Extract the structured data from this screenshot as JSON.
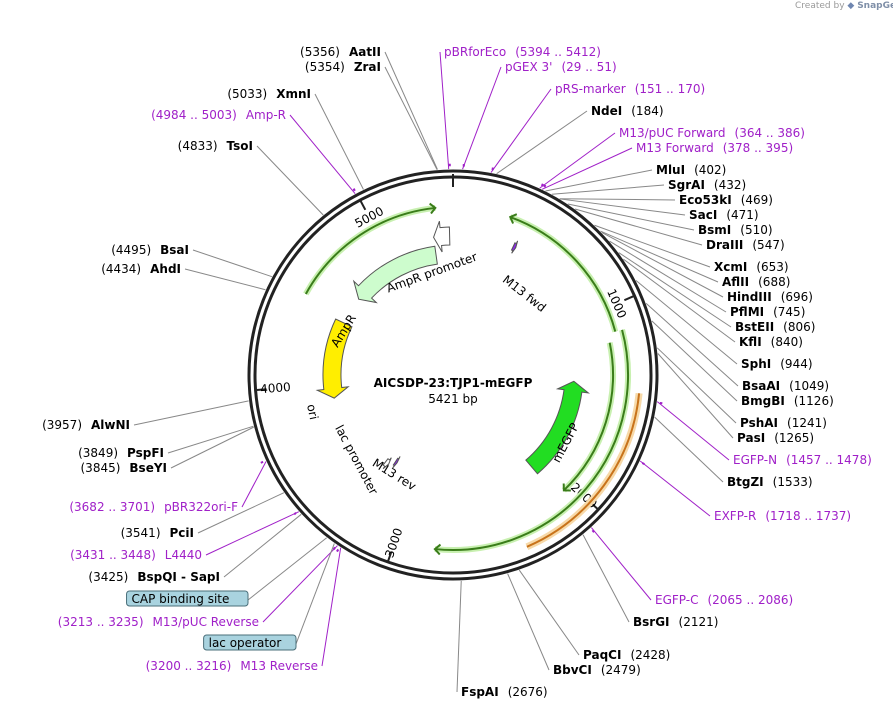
{
  "credit": {
    "text": "Created by",
    "brand": "SnapGene"
  },
  "plasmid": {
    "name": "AICSDP-23:TJP1-mEGFP",
    "length_label": "5421 bp",
    "length": 5421
  },
  "ticks": [
    {
      "text": "1000",
      "pos": 1000
    },
    {
      "text": "2000",
      "pos": 2000
    },
    {
      "text": "3000",
      "pos": 3000
    },
    {
      "text": "4000",
      "pos": 4000
    },
    {
      "text": "5000",
      "pos": 5000
    }
  ],
  "features": [
    {
      "name": "M13 fwd",
      "show_label": true,
      "start": 378,
      "end": 395,
      "dir": 1,
      "color": "#8a2be2"
    },
    {
      "name": "mEGFP",
      "show_label": true,
      "start": 1400,
      "end": 2100,
      "dir": -1,
      "color": "#22dd22"
    },
    {
      "name": "M13 rev",
      "show_label": true,
      "start": 3200,
      "end": 3216,
      "dir": -1,
      "color": "#8a2be2"
    },
    {
      "name": "lac promoter",
      "show_label": true,
      "start": 3250,
      "end": 3280,
      "dir": -1,
      "color": "#ffffff"
    },
    {
      "name": "ori",
      "show_label": true,
      "start": 3900,
      "end": 4450,
      "dir": -1,
      "color": "#ffee00"
    },
    {
      "name": "AmpR",
      "show_label": true,
      "start": 4650,
      "end": 5300,
      "dir": -1,
      "color": "#cdfccd"
    },
    {
      "name": "AmpR promoter",
      "show_label": true,
      "start": 5300,
      "end": 5400,
      "dir": -1,
      "color": "#ffffff"
    }
  ],
  "labels": [
    {
      "kind": "enzyme",
      "name": "AatII",
      "pos_text": "(5356)",
      "site": 5356,
      "pos_first": true
    },
    {
      "kind": "enzyme",
      "name": "ZraI",
      "pos_text": "(5354)",
      "site": 5354,
      "pos_first": true
    },
    {
      "kind": "enzyme",
      "name": "XmnI",
      "pos_text": "(5033)",
      "site": 5033,
      "pos_first": true
    },
    {
      "kind": "primer",
      "name": "Amp-R",
      "pos_text": "(4984 .. 5003)",
      "site": 4994,
      "pos_first": true
    },
    {
      "kind": "enzyme",
      "name": "TsoI",
      "pos_text": "(4833)",
      "site": 4833,
      "pos_first": true
    },
    {
      "kind": "enzyme",
      "name": "BsaI",
      "pos_text": "(4495)",
      "site": 4495,
      "pos_first": true
    },
    {
      "kind": "enzyme",
      "name": "AhdI",
      "pos_text": "(4434)",
      "site": 4434,
      "pos_first": true
    },
    {
      "kind": "enzyme",
      "name": "AlwNI",
      "pos_text": "(3957)",
      "site": 3957,
      "pos_first": true
    },
    {
      "kind": "enzyme",
      "name": "PspFI",
      "pos_text": "(3849)",
      "site": 3849,
      "pos_first": true
    },
    {
      "kind": "enzyme",
      "name": "BseYI",
      "pos_text": "(3845)",
      "site": 3845,
      "pos_first": true
    },
    {
      "kind": "primer",
      "name": "pBR322ori-F",
      "pos_text": "(3682 .. 3701)",
      "site": 3692,
      "pos_first": true
    },
    {
      "kind": "enzyme",
      "name": "PciI",
      "pos_text": "(3541)",
      "site": 3541,
      "pos_first": true
    },
    {
      "kind": "primer",
      "name": "L4440",
      "pos_text": "(3431 .. 3448)",
      "site": 3440,
      "pos_first": true
    },
    {
      "kind": "enzyme",
      "name": "BspQI  -  SapI",
      "pos_text": "(3425)",
      "site": 3425,
      "pos_first": true
    },
    {
      "kind": "box",
      "name": "CAP binding site",
      "pos_text": "",
      "site": 3280,
      "pos_first": true
    },
    {
      "kind": "primer",
      "name": "M13/pUC Reverse",
      "pos_text": "(3213 .. 3235)",
      "site": 3224,
      "pos_first": true
    },
    {
      "kind": "box",
      "name": "lac operator",
      "pos_text": "",
      "site": 3240,
      "pos_first": true
    },
    {
      "kind": "primer",
      "name": "M13 Reverse",
      "pos_text": "(3200 .. 3216)",
      "site": 3208,
      "pos_first": true
    },
    {
      "kind": "primer",
      "name": "pBRforEco",
      "pos_text": "(5394 .. 5412)",
      "site": 5403,
      "pos_first": false
    },
    {
      "kind": "primer",
      "name": "pGEX 3'",
      "pos_text": "(29 .. 51)",
      "site": 40,
      "pos_first": false
    },
    {
      "kind": "primer",
      "name": "pRS-marker",
      "pos_text": "(151 .. 170)",
      "site": 160,
      "pos_first": false
    },
    {
      "kind": "enzyme",
      "name": "NdeI",
      "pos_text": "(184)",
      "site": 184,
      "pos_first": false
    },
    {
      "kind": "primer",
      "name": "M13/pUC Forward",
      "pos_text": "(364 .. 386)",
      "site": 375,
      "pos_first": false
    },
    {
      "kind": "primer",
      "name": "M13 Forward",
      "pos_text": "(378 .. 395)",
      "site": 386,
      "pos_first": false
    },
    {
      "kind": "enzyme",
      "name": "MluI",
      "pos_text": "(402)",
      "site": 402,
      "pos_first": false
    },
    {
      "kind": "enzyme",
      "name": "SgrAI",
      "pos_text": "(432)",
      "site": 432,
      "pos_first": false
    },
    {
      "kind": "enzyme",
      "name": "Eco53kI",
      "pos_text": "(469)",
      "site": 469,
      "pos_first": false
    },
    {
      "kind": "enzyme",
      "name": "SacI",
      "pos_text": "(471)",
      "site": 471,
      "pos_first": false
    },
    {
      "kind": "enzyme",
      "name": "BsmI",
      "pos_text": "(510)",
      "site": 510,
      "pos_first": false
    },
    {
      "kind": "enzyme",
      "name": "DraIII",
      "pos_text": "(547)",
      "site": 547,
      "pos_first": false
    },
    {
      "kind": "enzyme",
      "name": "XcmI",
      "pos_text": "(653)",
      "site": 653,
      "pos_first": false
    },
    {
      "kind": "enzyme",
      "name": "AflII",
      "pos_text": "(688)",
      "site": 688,
      "pos_first": false
    },
    {
      "kind": "enzyme",
      "name": "HindIII",
      "pos_text": "(696)",
      "site": 696,
      "pos_first": false
    },
    {
      "kind": "enzyme",
      "name": "PflMI",
      "pos_text": "(745)",
      "site": 745,
      "pos_first": false
    },
    {
      "kind": "enzyme",
      "name": "BstEII",
      "pos_text": "(806)",
      "site": 806,
      "pos_first": false
    },
    {
      "kind": "enzyme",
      "name": "KflI",
      "pos_text": "(840)",
      "site": 840,
      "pos_first": false
    },
    {
      "kind": "enzyme",
      "name": "SphI",
      "pos_text": "(944)",
      "site": 944,
      "pos_first": false
    },
    {
      "kind": "enzyme",
      "name": "BsaAI",
      "pos_text": "(1049)",
      "site": 1049,
      "pos_first": false
    },
    {
      "kind": "enzyme",
      "name": "BmgBI",
      "pos_text": "(1126)",
      "site": 1126,
      "pos_first": false
    },
    {
      "kind": "enzyme",
      "name": "PshAI",
      "pos_text": "(1241)",
      "site": 1241,
      "pos_first": false
    },
    {
      "kind": "enzyme",
      "name": "PasI",
      "pos_text": "(1265)",
      "site": 1265,
      "pos_first": false
    },
    {
      "kind": "primer",
      "name": "EGFP-N",
      "pos_text": "(1457 .. 1478)",
      "site": 1467,
      "pos_first": false
    },
    {
      "kind": "enzyme",
      "name": "BtgZI",
      "pos_text": "(1533)",
      "site": 1533,
      "pos_first": false
    },
    {
      "kind": "primer",
      "name": "EXFP-R",
      "pos_text": "(1718 .. 1737)",
      "site": 1727,
      "pos_first": false
    },
    {
      "kind": "primer",
      "name": "EGFP-C",
      "pos_text": "(2065 .. 2086)",
      "site": 2075,
      "pos_first": false
    },
    {
      "kind": "enzyme",
      "name": "BsrGI",
      "pos_text": "(2121)",
      "site": 2121,
      "pos_first": false
    },
    {
      "kind": "enzyme",
      "name": "PaqCI",
      "pos_text": "(2428)",
      "site": 2428,
      "pos_first": false
    },
    {
      "kind": "enzyme",
      "name": "BbvCI",
      "pos_text": "(2479)",
      "site": 2479,
      "pos_first": false
    },
    {
      "kind": "enzyme",
      "name": "FspAI",
      "pos_text": "(2676)",
      "site": 2676,
      "pos_first": false
    }
  ]
}
